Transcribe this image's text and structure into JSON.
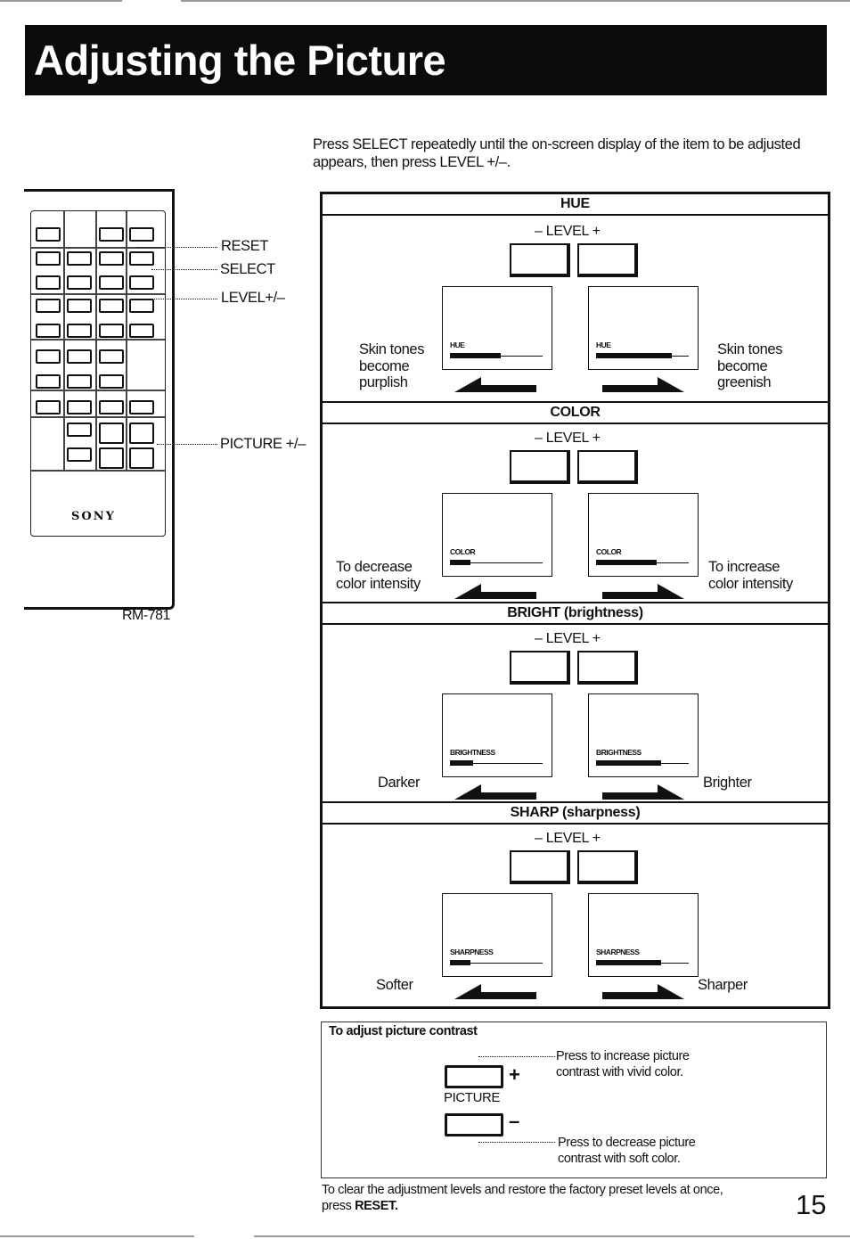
{
  "page": {
    "title": "Adjusting the Picture",
    "intro": "Press SELECT repeatedly until the on-screen display of the item to be adjusted appears, then press LEVEL +/–.",
    "page_number": "15"
  },
  "remote": {
    "brand": "SONY",
    "model": "RM-781",
    "callouts": {
      "reset": "RESET",
      "select": "SELECT",
      "level": "LEVEL+/–",
      "picture": "PICTURE +/–"
    }
  },
  "sections": [
    {
      "header": "HUE",
      "level_label": "– LEVEL +",
      "left_osd": "HUE",
      "right_osd": "HUE",
      "left_level": 0.55,
      "right_level": 0.82,
      "left_text": [
        "Skin tones",
        "become",
        "purplish"
      ],
      "right_text": [
        "Skin tones",
        "become",
        "greenish"
      ]
    },
    {
      "header": "COLOR",
      "level_label": "– LEVEL +",
      "left_osd": "COLOR",
      "right_osd": "COLOR",
      "left_level": 0.22,
      "right_level": 0.65,
      "left_text": [
        "To decrease",
        "color intensity"
      ],
      "right_text": [
        "To increase",
        "color intensity"
      ]
    },
    {
      "header": "BRIGHT (brightness)",
      "level_label": "– LEVEL +",
      "left_osd": "BRIGHTNESS",
      "right_osd": "BRIGHTNESS",
      "left_level": 0.25,
      "right_level": 0.7,
      "left_text": [
        "Darker"
      ],
      "right_text": [
        "Brighter"
      ]
    },
    {
      "header": "SHARP (sharpness)",
      "level_label": "– LEVEL +",
      "left_osd": "SHARPNESS",
      "right_osd": "SHARPNESS",
      "left_level": 0.22,
      "right_level": 0.7,
      "left_text": [
        "Softer"
      ],
      "right_text": [
        "Sharper"
      ]
    }
  ],
  "contrast": {
    "title": "To adjust picture contrast",
    "button_label": "PICTURE",
    "plus": "+",
    "minus": "–",
    "increase_note": [
      "Press to increase picture",
      "contrast with vivid color."
    ],
    "decrease_note": [
      "Press to decrease picture",
      "contrast with soft color."
    ]
  },
  "footer": {
    "text": "To clear the adjustment levels and restore the factory preset levels at once,",
    "text2_prefix": "press ",
    "text2_bold": "RESET."
  }
}
